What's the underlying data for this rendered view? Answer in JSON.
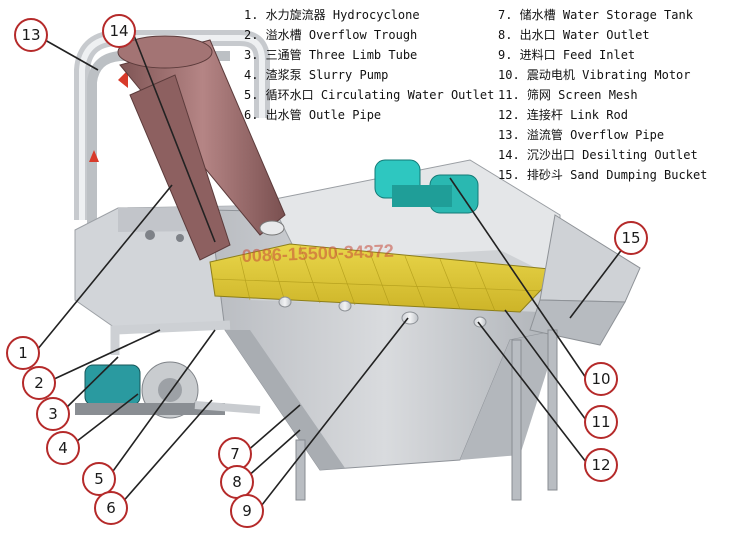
{
  "legend_left": [
    "1. 水力旋流器  Hydrocyclone",
    "2. 溢水槽  Overflow Trough",
    "3. 三通管  Three Limb Tube",
    "4. 渣浆泵  Slurry Pump",
    "5. 循环水口  Circulating Water Outlet",
    "6. 出水管  Outle Pipe"
  ],
  "legend_right": [
    "7. 储水槽  Water Storage Tank",
    "8. 出水口  Water Outlet",
    "9. 进料口  Feed Inlet",
    "10. 震动电机  Vibrating Motor",
    "11. 筛网  Screen Mesh",
    "12. 连接杆  Link Rod",
    "13. 溢流管  Overflow Pipe",
    "14. 沉沙出口  Desilting Outlet",
    "15. 排砂斗  Sand Dumping Bucket"
  ],
  "callouts": [
    "1",
    "2",
    "3",
    "4",
    "5",
    "6",
    "7",
    "8",
    "9",
    "10",
    "11",
    "12",
    "13",
    "14",
    "15"
  ],
  "watermark": "0086-15500-34372",
  "colors": {
    "hydrocyclone": "#9a6a6a",
    "tank": "#c9ccd0",
    "screen": "#e2cc3c",
    "motor": "#2ec7c0",
    "pump": "#2a9aa0",
    "callout_border": "#b52a2a",
    "flow_arrow": "#d83a2a"
  }
}
